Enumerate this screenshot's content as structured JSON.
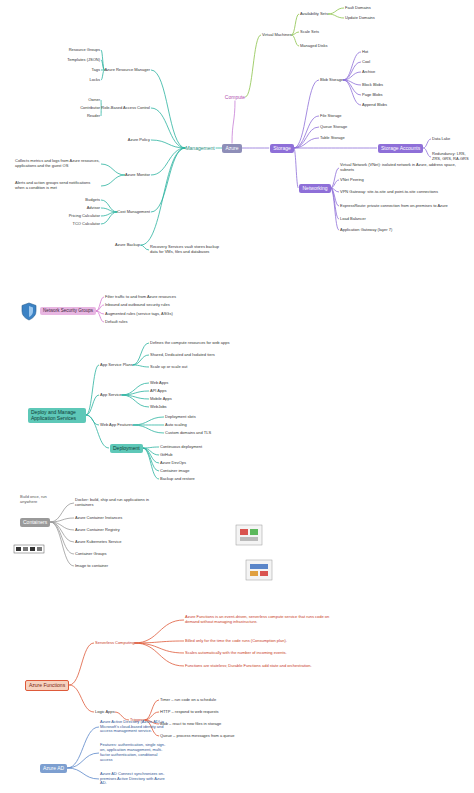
{
  "diagram": {
    "nodes": [
      {
        "text": [
          "Azure"
        ]
      },
      {
        "text": [
          "Compute"
        ]
      },
      {
        "text": [
          "Virtual Machines"
        ]
      },
      {
        "text": [
          "Availability Sets"
        ]
      },
      {
        "text": [
          "Fault Domains"
        ]
      },
      {
        "text": [
          "Update Domains"
        ]
      },
      {
        "text": [
          "Scale Sets"
        ]
      },
      {
        "text": [
          "Managed Disks"
        ]
      },
      {
        "text": [
          "Storage"
        ]
      },
      {
        "text": [
          "Blob Storage"
        ]
      },
      {
        "text": [
          "Hot"
        ]
      },
      {
        "text": [
          "Cool"
        ]
      },
      {
        "text": [
          "Archive"
        ]
      },
      {
        "text": [
          "Block Blobs"
        ]
      },
      {
        "text": [
          "Page Blobs"
        ]
      },
      {
        "text": [
          "Append Blobs"
        ]
      },
      {
        "text": [
          "File Storage"
        ]
      },
      {
        "text": [
          "Queue Storage"
        ]
      },
      {
        "text": [
          "Table Storage"
        ]
      },
      {
        "text": [
          "Storage Accounts"
        ]
      },
      {
        "text": [
          "Data Lake"
        ]
      },
      {
        "text": [
          "Redundancy: LRS, ZRS, GRS, RA-GRS"
        ]
      },
      {
        "text": [
          "Networking"
        ]
      },
      {
        "text": [
          "Virtual Network (VNet): isolated network in Azure, address space, subnets"
        ]
      },
      {
        "text": [
          "VNet Peering"
        ]
      },
      {
        "text": [
          "VPN Gateway: site-to-site and point-to-site connections"
        ]
      },
      {
        "text": [
          "ExpressRoute: private connection from on-premises to Azure"
        ]
      },
      {
        "text": [
          "Load Balancer"
        ]
      },
      {
        "text": [
          "Application Gateway (layer 7)"
        ]
      },
      {
        "text": [
          "Management"
        ]
      },
      {
        "text": [
          "Azure Resource Manager"
        ]
      },
      {
        "text": [
          "Resource Groups"
        ]
      },
      {
        "text": [
          "Templates (JSON)"
        ]
      },
      {
        "text": [
          "Tags"
        ]
      },
      {
        "text": [
          "Locks"
        ]
      },
      {
        "text": [
          "Role-Based Access Control"
        ]
      },
      {
        "text": [
          "Owner"
        ]
      },
      {
        "text": [
          "Contributor"
        ]
      },
      {
        "text": [
          "Reader"
        ]
      },
      {
        "text": [
          "Azure Policy"
        ]
      },
      {
        "text": [
          "Azure Monitor"
        ]
      },
      {
        "text": [
          "Collects metrics and logs from Azure resources, applications and the guest OS"
        ]
      },
      {
        "text": [
          "Alerts and action groups send notifications when a condition is met"
        ]
      },
      {
        "text": [
          "Cost Management"
        ]
      },
      {
        "text": [
          "Budgets"
        ]
      },
      {
        "text": [
          "Advisor"
        ]
      },
      {
        "text": [
          "Pricing Calculator"
        ]
      },
      {
        "text": [
          "TCO Calculator"
        ]
      },
      {
        "text": [
          "Azure Backup"
        ]
      },
      {
        "text": [
          "Recovery Services vault stores backup data for VMs, files and databases"
        ]
      },
      {
        "text": [
          "Network Security Groups"
        ]
      },
      {
        "text": [
          "Filter traffic to and from Azure resources"
        ]
      },
      {
        "text": [
          "Inbound and outbound security rules"
        ]
      },
      {
        "text": [
          "Augmented rules (service tags, ASGs)"
        ]
      },
      {
        "text": [
          "Default rules"
        ]
      },
      {
        "text": [
          "Deploy and Manage Application Services"
        ]
      },
      {
        "text": [
          "App Service Plans"
        ]
      },
      {
        "text": [
          "Defines the compute resources for web apps"
        ]
      },
      {
        "text": [
          "Shared, Dedicated and Isolated tiers"
        ]
      },
      {
        "text": [
          "Scale up or scale out"
        ]
      },
      {
        "text": [
          "App Service"
        ]
      },
      {
        "text": [
          "Web Apps"
        ]
      },
      {
        "text": [
          "API Apps"
        ]
      },
      {
        "text": [
          "Mobile Apps"
        ]
      },
      {
        "text": [
          "WebJobs"
        ]
      },
      {
        "text": [
          "Web App Features"
        ]
      },
      {
        "text": [
          "Deployment slots"
        ]
      },
      {
        "text": [
          "Auto scaling"
        ]
      },
      {
        "text": [
          "Custom domains and TLS"
        ]
      },
      {
        "text": [
          "Deployment"
        ]
      },
      {
        "text": [
          "Continuous deployment"
        ]
      },
      {
        "text": [
          "GitHub"
        ]
      },
      {
        "text": [
          "Azure DevOps"
        ]
      },
      {
        "text": [
          "Container image"
        ]
      },
      {
        "text": [
          "Backup and restore"
        ]
      },
      {
        "text": [
          "Containers"
        ]
      },
      {
        "text": [
          "Docker: build, ship and run applications in containers"
        ]
      },
      {
        "text": [
          "Azure Container Instances"
        ]
      },
      {
        "text": [
          "Azure Container Registry"
        ]
      },
      {
        "text": [
          "Azure Kubernetes Service"
        ]
      },
      {
        "text": [
          "Container Groups"
        ]
      },
      {
        "text": [
          "Image to container"
        ]
      },
      {
        "text": [
          "Azure Functions"
        ]
      },
      {
        "text": [
          "Serverless Computing"
        ]
      },
      {
        "text": [
          "Azure Functions is an event-driven, serverless compute service that runs code on demand without managing infrastructure."
        ]
      },
      {
        "text": [
          "Billed only for the time the code runs (Consumption plan)."
        ]
      },
      {
        "text": [
          "Scales automatically with the number of incoming events."
        ]
      },
      {
        "text": [
          "Functions are stateless; Durable Functions add state and orchestration."
        ]
      },
      {
        "text": [
          "Logic Apps"
        ]
      },
      {
        "text": [
          "Triggers"
        ]
      },
      {
        "text": [
          "Timer – run code on a schedule"
        ]
      },
      {
        "text": [
          "HTTP – respond to web requests"
        ]
      },
      {
        "text": [
          "Blob – react to new files in storage"
        ]
      },
      {
        "text": [
          "Queue – process messages from a queue"
        ]
      },
      {
        "text": [
          "Azure AD"
        ]
      },
      {
        "text": [
          "Azure Active Directory (Azure AD) is Microsoft's cloud-based identity and access management service."
        ]
      },
      {
        "text": [
          "Features: authentication, single sign-on, application management, multi-factor authentication, conditional access"
        ]
      },
      {
        "text": [
          "Azure AD Connect synchronizes on-premises Active Directory with Azure AD."
        ]
      }
    ],
    "edges": [
      {
        "from": 0,
        "to": 1,
        "arrow": "none"
      },
      {
        "from": 0,
        "to": 8,
        "arrow": "none"
      },
      {
        "from": 0,
        "to": 29,
        "arrow": "none"
      },
      {
        "from": 1,
        "to": 2,
        "arrow": "none"
      },
      {
        "from": 2,
        "to": 3,
        "arrow": "none"
      },
      {
        "from": 2,
        "to": 6,
        "arrow": "none"
      },
      {
        "from": 2,
        "to": 7,
        "arrow": "none"
      },
      {
        "from": 3,
        "to": 4,
        "arrow": "none"
      },
      {
        "from": 3,
        "to": 5,
        "arrow": "none"
      },
      {
        "from": 8,
        "to": 9,
        "arrow": "none"
      },
      {
        "from": 8,
        "to": 16,
        "arrow": "none"
      },
      {
        "from": 8,
        "to": 17,
        "arrow": "none"
      },
      {
        "from": 8,
        "to": 18,
        "arrow": "none"
      },
      {
        "from": 8,
        "to": 19,
        "arrow": "none"
      },
      {
        "from": 8,
        "to": 22,
        "arrow": "none"
      },
      {
        "from": 9,
        "to": 10,
        "arrow": "none"
      },
      {
        "from": 9,
        "to": 11,
        "arrow": "none"
      },
      {
        "from": 9,
        "to": 12,
        "arrow": "none"
      },
      {
        "from": 9,
        "to": 13,
        "arrow": "none"
      },
      {
        "from": 9,
        "to": 14,
        "arrow": "none"
      },
      {
        "from": 9,
        "to": 15,
        "arrow": "none"
      },
      {
        "from": 19,
        "to": 20,
        "arrow": "none"
      },
      {
        "from": 19,
        "to": 21,
        "arrow": "none"
      },
      {
        "from": 22,
        "to": 23,
        "arrow": "none"
      },
      {
        "from": 22,
        "to": 24,
        "arrow": "none"
      },
      {
        "from": 22,
        "to": 25,
        "arrow": "none"
      },
      {
        "from": 22,
        "to": 26,
        "arrow": "none"
      },
      {
        "from": 22,
        "to": 27,
        "arrow": "none"
      },
      {
        "from": 22,
        "to": 28,
        "arrow": "none"
      },
      {
        "from": 29,
        "to": 30,
        "arrow": "none"
      },
      {
        "from": 29,
        "to": 35,
        "arrow": "none"
      },
      {
        "from": 29,
        "to": 39,
        "arrow": "none"
      },
      {
        "from": 29,
        "to": 40,
        "arrow": "none"
      },
      {
        "from": 29,
        "to": 43,
        "arrow": "none"
      },
      {
        "from": 29,
        "to": 48,
        "arrow": "none"
      },
      {
        "from": 30,
        "to": 31,
        "arrow": "none"
      },
      {
        "from": 30,
        "to": 32,
        "arrow": "none"
      },
      {
        "from": 30,
        "to": 33,
        "arrow": "none"
      },
      {
        "from": 30,
        "to": 34,
        "arrow": "none"
      },
      {
        "from": 35,
        "to": 36,
        "arrow": "none"
      },
      {
        "from": 35,
        "to": 37,
        "arrow": "none"
      },
      {
        "from": 35,
        "to": 38,
        "arrow": "none"
      },
      {
        "from": 40,
        "to": 41,
        "arrow": "none"
      },
      {
        "from": 40,
        "to": 42,
        "arrow": "none"
      },
      {
        "from": 43,
        "to": 44,
        "arrow": "none"
      },
      {
        "from": 43,
        "to": 45,
        "arrow": "none"
      },
      {
        "from": 43,
        "to": 46,
        "arrow": "none"
      },
      {
        "from": 43,
        "to": 47,
        "arrow": "none"
      },
      {
        "from": 48,
        "to": 49,
        "arrow": "none"
      },
      {
        "from": 50,
        "to": 51,
        "arrow": "none"
      },
      {
        "from": 50,
        "to": 52,
        "arrow": "none"
      },
      {
        "from": 50,
        "to": 53,
        "arrow": "none"
      },
      {
        "from": 50,
        "to": 54,
        "arrow": "none"
      },
      {
        "from": 55,
        "to": 56,
        "arrow": "none"
      },
      {
        "from": 55,
        "to": 60,
        "arrow": "none"
      },
      {
        "from": 55,
        "to": 65,
        "arrow": "none"
      },
      {
        "from": 55,
        "to": 69,
        "arrow": "none"
      },
      {
        "from": 56,
        "to": 57,
        "arrow": "none"
      },
      {
        "from": 56,
        "to": 58,
        "arrow": "none"
      },
      {
        "from": 56,
        "to": 59,
        "arrow": "none"
      },
      {
        "from": 60,
        "to": 61,
        "arrow": "none"
      },
      {
        "from": 60,
        "to": 62,
        "arrow": "none"
      },
      {
        "from": 60,
        "to": 63,
        "arrow": "none"
      },
      {
        "from": 60,
        "to": 64,
        "arrow": "none"
      },
      {
        "from": 65,
        "to": 66,
        "arrow": "none"
      },
      {
        "from": 65,
        "to": 67,
        "arrow": "none"
      },
      {
        "from": 65,
        "to": 68,
        "arrow": "none"
      },
      {
        "from": 69,
        "to": 70,
        "arrow": "none"
      },
      {
        "from": 69,
        "to": 71,
        "arrow": "none"
      },
      {
        "from": 69,
        "to": 72,
        "arrow": "none"
      },
      {
        "from": 69,
        "to": 73,
        "arrow": "none"
      },
      {
        "from": 69,
        "to": 74,
        "arrow": "none"
      },
      {
        "from": 75,
        "to": 76,
        "arrow": "none"
      },
      {
        "from": 75,
        "to": 77,
        "arrow": "none"
      },
      {
        "from": 75,
        "to": 78,
        "arrow": "none"
      },
      {
        "from": 75,
        "to": 79,
        "arrow": "none"
      },
      {
        "from": 75,
        "to": 80,
        "arrow": "none"
      },
      {
        "from": 75,
        "to": 81,
        "arrow": "none"
      },
      {
        "from": 82,
        "to": 83,
        "arrow": "none"
      },
      {
        "from": 82,
        "to": 88,
        "arrow": "none"
      },
      {
        "from": 83,
        "to": 84,
        "arrow": "none"
      },
      {
        "from": 83,
        "to": 85,
        "arrow": "none"
      },
      {
        "from": 83,
        "to": 86,
        "arrow": "none"
      },
      {
        "from": 83,
        "to": 87,
        "arrow": "none"
      },
      {
        "from": 88,
        "to": 89,
        "arrow": "none"
      },
      {
        "from": 89,
        "to": 90,
        "arrow": "none"
      },
      {
        "from": 89,
        "to": 91,
        "arrow": "none"
      },
      {
        "from": 89,
        "to": 92,
        "arrow": "none"
      },
      {
        "from": 89,
        "to": 93,
        "arrow": "none"
      },
      {
        "from": 94,
        "to": 95,
        "arrow": "none"
      },
      {
        "from": 94,
        "to": 96,
        "arrow": "none"
      },
      {
        "from": 94,
        "to": 97,
        "arrow": "none"
      }
    ],
    "labels": [
      "Build once, run anywhere"
    ]
  }
}
